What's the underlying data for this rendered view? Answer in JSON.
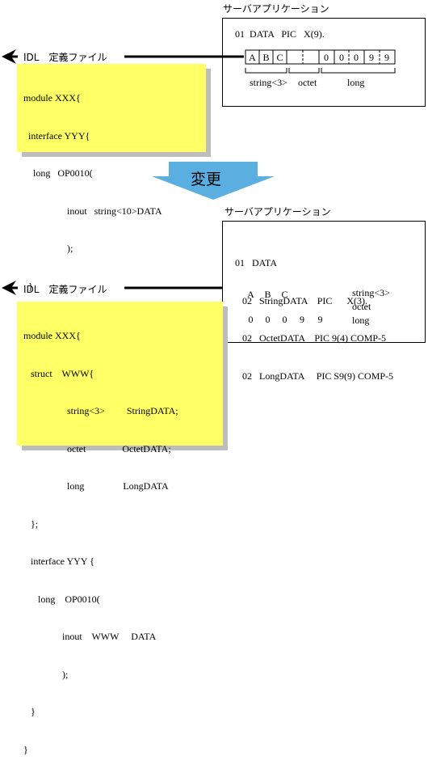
{
  "top": {
    "server_title": "サーバアプリケーション",
    "idl_label": "IDL　定義ファイル",
    "server_decl": "01  DATA   PIC   X(9).",
    "cells_alpha": [
      "A",
      "B",
      "C"
    ],
    "cells_digits": [
      "0",
      "0",
      "0",
      "9",
      "9"
    ],
    "field_string": "string<3>",
    "field_octet": "octet",
    "field_long": "long",
    "idl_code": [
      "module XXX{",
      "  interface YYY{",
      "    long   OP0010(",
      "                  inout   string<10>DATA",
      "                  );",
      "  }",
      "}"
    ]
  },
  "change": {
    "label": "変更"
  },
  "bottom": {
    "server_title": "サーバアプリケーション",
    "idl_label": "IDL　定義ファイル",
    "server_decl": [
      "01   DATA",
      "   02   StringDATA    PIC      X(3).",
      "   02   OctetDATA    PIC 9(4) COMP-5",
      "   02   LongDATA     PIC S9(9) COMP-5"
    ],
    "cells_alpha": [
      "A",
      "B",
      "C"
    ],
    "cells_digits": [
      "0",
      "0",
      "0",
      "9",
      "9"
    ],
    "field_string": "string<3>",
    "field_octet": "octet",
    "field_long": "long",
    "idl_code": [
      "module XXX{",
      "   struct    WWW{",
      "                  string<3>         StringDATA;",
      "                  octet               OctetDATA;",
      "                  long                LongDATA",
      "   };",
      "   interface YYY {",
      "      long    OP0010(",
      "                inout    WWW     DATA",
      "                );",
      "   }",
      "}"
    ]
  },
  "colors": {
    "note_fill": "#ffff66",
    "arrow_fill": "#5aaee0",
    "shadow": "#bdbdbd"
  }
}
